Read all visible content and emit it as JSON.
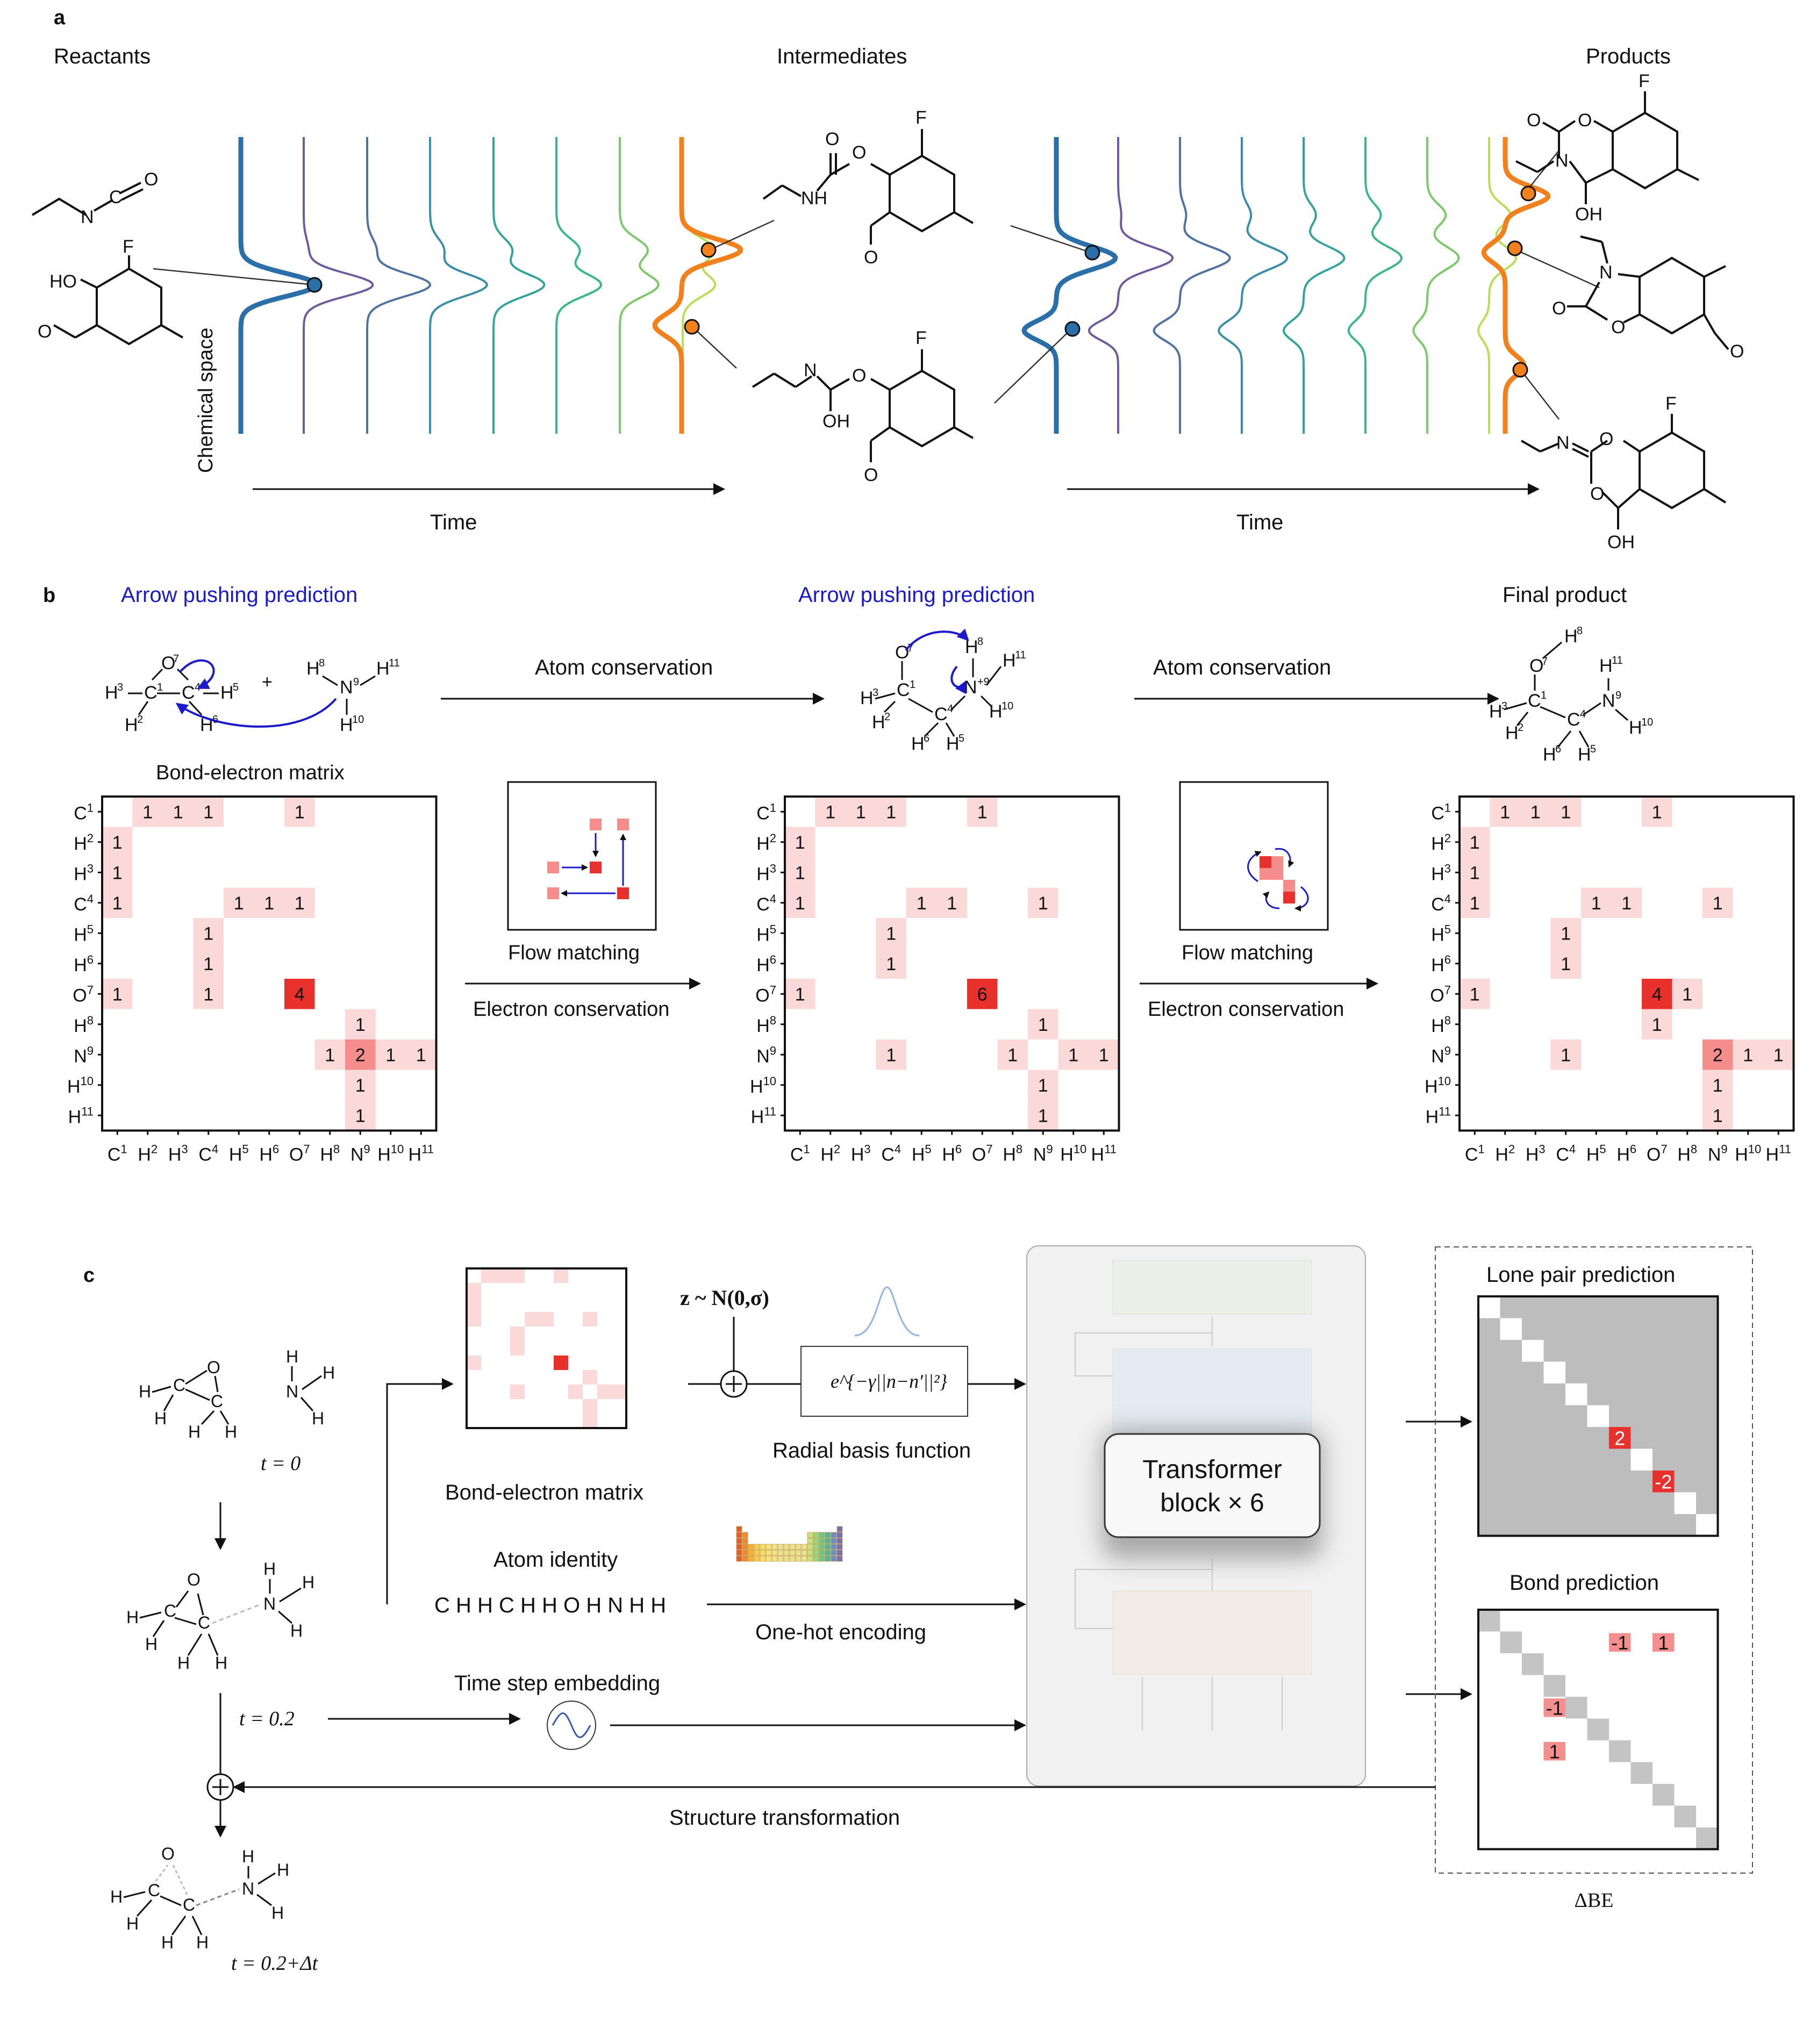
{
  "panel_a": {
    "label": "a",
    "reactants_title": "Reactants",
    "intermediates_title": "Intermediates",
    "products_title": "Products",
    "chemical_space_label": "Chemical space",
    "time_label_1": "Time",
    "time_label_2": "Time",
    "atom_F": "F",
    "atom_HO": "HO",
    "atom_O": "O",
    "atom_N": "N",
    "atom_C": "C",
    "atom_NH": "NH",
    "atom_OH": "OH",
    "wave_colors": [
      "#2a6fa8",
      "#6d5b9e",
      "#4f72a1",
      "#3a8ea8",
      "#35a39a",
      "#3bb58a",
      "#7cc86a",
      "#b8de58"
    ],
    "highlight_color": "#f2811d",
    "point_blue": "#2a6fa8"
  },
  "panel_b": {
    "label": "b",
    "arrow_pushing_1": "Arrow pushing prediction",
    "arrow_pushing_2": "Arrow pushing prediction",
    "final_product": "Final product",
    "atom_conservation_1": "Atom conservation",
    "atom_conservation_2": "Atom conservation",
    "bond_electron_matrix": "Bond-electron matrix",
    "flow_matching_1": "Flow matching",
    "flow_matching_2": "Flow matching",
    "electron_conservation_1": "Electron conservation",
    "electron_conservation_2": "Electron conservation",
    "plus": "+",
    "atoms": [
      "C1",
      "H2",
      "H3",
      "C4",
      "H5",
      "H6",
      "O7",
      "H8",
      "N9",
      "H10",
      "H11"
    ],
    "matrices": [
      [
        [
          0,
          1,
          1,
          1,
          0,
          0,
          1,
          0,
          0,
          0,
          0
        ],
        [
          1,
          0,
          0,
          0,
          0,
          0,
          0,
          0,
          0,
          0,
          0
        ],
        [
          1,
          0,
          0,
          0,
          0,
          0,
          0,
          0,
          0,
          0,
          0
        ],
        [
          1,
          0,
          0,
          0,
          1,
          1,
          1,
          0,
          0,
          0,
          0
        ],
        [
          0,
          0,
          0,
          1,
          0,
          0,
          0,
          0,
          0,
          0,
          0
        ],
        [
          0,
          0,
          0,
          1,
          0,
          0,
          0,
          0,
          0,
          0,
          0
        ],
        [
          1,
          0,
          0,
          1,
          0,
          0,
          4,
          0,
          0,
          0,
          0
        ],
        [
          0,
          0,
          0,
          0,
          0,
          0,
          0,
          0,
          1,
          0,
          0
        ],
        [
          0,
          0,
          0,
          0,
          0,
          0,
          0,
          1,
          2,
          1,
          1
        ],
        [
          0,
          0,
          0,
          0,
          0,
          0,
          0,
          0,
          1,
          0,
          0
        ],
        [
          0,
          0,
          0,
          0,
          0,
          0,
          0,
          0,
          1,
          0,
          0
        ]
      ],
      [
        [
          0,
          1,
          1,
          1,
          0,
          0,
          1,
          0,
          0,
          0,
          0
        ],
        [
          1,
          0,
          0,
          0,
          0,
          0,
          0,
          0,
          0,
          0,
          0
        ],
        [
          1,
          0,
          0,
          0,
          0,
          0,
          0,
          0,
          0,
          0,
          0
        ],
        [
          1,
          0,
          0,
          0,
          1,
          1,
          0,
          0,
          1,
          0,
          0
        ],
        [
          0,
          0,
          0,
          1,
          0,
          0,
          0,
          0,
          0,
          0,
          0
        ],
        [
          0,
          0,
          0,
          1,
          0,
          0,
          0,
          0,
          0,
          0,
          0
        ],
        [
          1,
          0,
          0,
          0,
          0,
          0,
          6,
          0,
          0,
          0,
          0
        ],
        [
          0,
          0,
          0,
          0,
          0,
          0,
          0,
          0,
          1,
          0,
          0
        ],
        [
          0,
          0,
          0,
          1,
          0,
          0,
          0,
          1,
          0,
          1,
          1
        ],
        [
          0,
          0,
          0,
          0,
          0,
          0,
          0,
          0,
          1,
          0,
          0
        ],
        [
          0,
          0,
          0,
          0,
          0,
          0,
          0,
          0,
          1,
          0,
          0
        ]
      ],
      [
        [
          0,
          1,
          1,
          1,
          0,
          0,
          1,
          0,
          0,
          0,
          0
        ],
        [
          1,
          0,
          0,
          0,
          0,
          0,
          0,
          0,
          0,
          0,
          0
        ],
        [
          1,
          0,
          0,
          0,
          0,
          0,
          0,
          0,
          0,
          0,
          0
        ],
        [
          1,
          0,
          0,
          0,
          1,
          1,
          0,
          0,
          1,
          0,
          0
        ],
        [
          0,
          0,
          0,
          1,
          0,
          0,
          0,
          0,
          0,
          0,
          0
        ],
        [
          0,
          0,
          0,
          1,
          0,
          0,
          0,
          0,
          0,
          0,
          0
        ],
        [
          1,
          0,
          0,
          0,
          0,
          0,
          4,
          1,
          0,
          0,
          0
        ],
        [
          0,
          0,
          0,
          0,
          0,
          0,
          1,
          0,
          0,
          0,
          0
        ],
        [
          0,
          0,
          0,
          1,
          0,
          0,
          0,
          0,
          2,
          1,
          1
        ],
        [
          0,
          0,
          0,
          0,
          0,
          0,
          0,
          0,
          1,
          0,
          0
        ],
        [
          0,
          0,
          0,
          0,
          0,
          0,
          0,
          0,
          1,
          0,
          0
        ]
      ]
    ],
    "cell_color_light": "#fbd9d9",
    "cell_color_mid": "#f58d8d",
    "cell_color_strong": "#e8302c"
  },
  "panel_c": {
    "label": "c",
    "t0": "t = 0",
    "t02": "t = 0.2",
    "t_next": "t = 0.2+Δt",
    "bem_label": "Bond-electron matrix",
    "noise_label": "z ~ N(0,σ)",
    "rbf_formula": "e^{−γ||n−n′||²}",
    "rbf_label": "Radial basis function",
    "atom_identity": "Atom identity",
    "atom_sequence": "C H H C H H O H N H H",
    "one_hot": "One-hot encoding",
    "time_step_embedding": "Time step embedding",
    "transformer_line1": "Transformer",
    "transformer_line2": "block × 6",
    "lone_pair": "Lone pair prediction",
    "bond_prediction": "Bond prediction",
    "delta_be": "ΔBE",
    "structure_transformation": "Structure transformation",
    "lone_pair_values": [
      "2",
      "-2"
    ],
    "bond_values": [
      "-1",
      "1",
      "-1",
      "1"
    ]
  }
}
